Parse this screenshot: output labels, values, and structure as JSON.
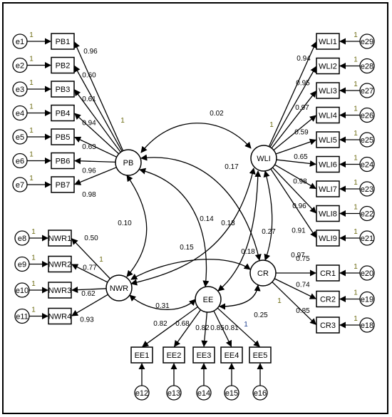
{
  "colors": {
    "ink": "#000000",
    "loading_one": "#6b6a10",
    "ee_one": "#1f3f8f"
  },
  "latents": [
    {
      "id": "PB",
      "label": "PB"
    },
    {
      "id": "WLI",
      "label": "WLI"
    },
    {
      "id": "NWR",
      "label": "NWR"
    },
    {
      "id": "CR",
      "label": "CR"
    },
    {
      "id": "EE",
      "label": "EE"
    }
  ],
  "indicators": {
    "PB": [
      {
        "label": "PB1",
        "error": "e1",
        "loading": "0.96"
      },
      {
        "label": "PB2",
        "error": "e2",
        "loading": "0.60"
      },
      {
        "label": "PB3",
        "error": "e3",
        "loading": "0.61"
      },
      {
        "label": "PB4",
        "error": "e4",
        "loading": "0.94"
      },
      {
        "label": "PB5",
        "error": "e5",
        "loading": "0.63"
      },
      {
        "label": "PB6",
        "error": "e6",
        "loading": "0.96"
      },
      {
        "label": "PB7",
        "error": "e7",
        "loading": "0.98"
      }
    ],
    "WLI": [
      {
        "label": "WLI1",
        "error": "e29",
        "loading": "0.94"
      },
      {
        "label": "WLI2",
        "error": "e28",
        "loading": "0.95"
      },
      {
        "label": "WLI3",
        "error": "e27",
        "loading": "0.97"
      },
      {
        "label": "WLI4",
        "error": "e26",
        "loading": "0.59"
      },
      {
        "label": "WLI5",
        "error": "e25",
        "loading": "0.65"
      },
      {
        "label": "WLI6",
        "error": "e24",
        "loading": "0.98"
      },
      {
        "label": "WLI7",
        "error": "e23",
        "loading": "0.96"
      },
      {
        "label": "WLI8",
        "error": "e22",
        "loading": "0.91"
      },
      {
        "label": "WLI9",
        "error": "e21",
        "loading": "0.97"
      }
    ],
    "NWR": [
      {
        "label": "NWR1",
        "error": "e8",
        "loading": "0.50"
      },
      {
        "label": "NWR2",
        "error": "e9",
        "loading": "0.77"
      },
      {
        "label": "NWR3",
        "error": "e10",
        "loading": "0.62"
      },
      {
        "label": "NWR4",
        "error": "e11",
        "loading": "0.93"
      }
    ],
    "CR": [
      {
        "label": "CR1",
        "error": "e20",
        "loading": "0.75"
      },
      {
        "label": "CR2",
        "error": "e19",
        "loading": "0.74"
      },
      {
        "label": "CR3",
        "error": "e18",
        "loading": "0.85"
      }
    ],
    "EE": [
      {
        "label": "EE1",
        "error": "e12",
        "loading": "0.82"
      },
      {
        "label": "EE2",
        "error": "e13",
        "loading": "0.68"
      },
      {
        "label": "EE3",
        "error": "e14",
        "loading": "0.82"
      },
      {
        "label": "EE4",
        "error": "e15",
        "loading": "0.85"
      },
      {
        "label": "EE5",
        "error": "e16",
        "loading": "0.81"
      }
    ]
  },
  "error_weight": "1",
  "fixed_loading": "1",
  "correlations": [
    {
      "from": "PB",
      "to": "WLI",
      "value": "0.02"
    },
    {
      "from": "PB",
      "to": "NWR",
      "value": "0.10"
    },
    {
      "from": "PB",
      "to": "EE",
      "value": "0.14"
    },
    {
      "from": "PB",
      "to": "CR",
      "value": "0.17"
    },
    {
      "from": "WLI",
      "to": "NWR",
      "value": "0.13"
    },
    {
      "from": "WLI",
      "to": "EE",
      "value": "0.18"
    },
    {
      "from": "WLI",
      "to": "CR",
      "value": "0.27"
    },
    {
      "from": "NWR",
      "to": "CR",
      "value": "0.15"
    },
    {
      "from": "NWR",
      "to": "EE",
      "value": "0.31"
    },
    {
      "from": "EE",
      "to": "CR",
      "value": "0.25"
    }
  ]
}
